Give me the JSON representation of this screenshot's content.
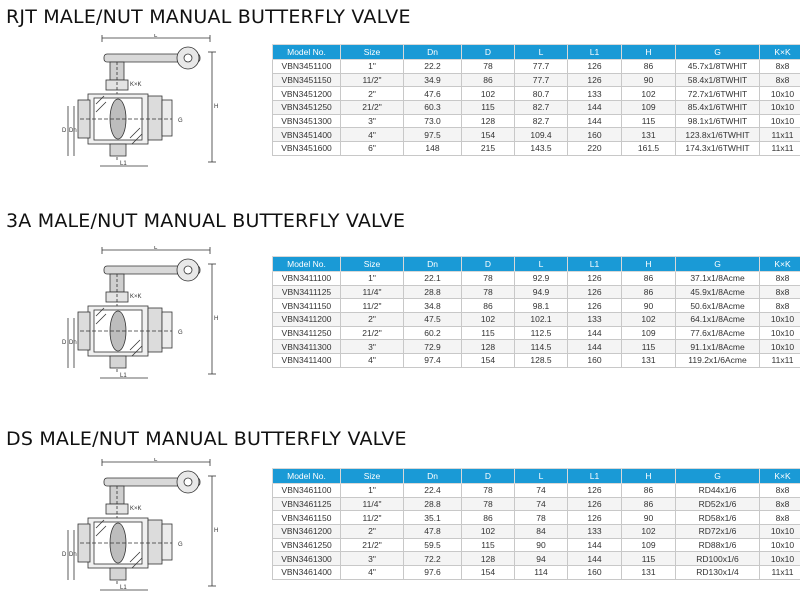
{
  "columns": [
    "Model No.",
    "Size",
    "Dn",
    "D",
    "L",
    "L1",
    "H",
    "G",
    "K×K"
  ],
  "drawing_labels": {
    "L": "L",
    "H": "H",
    "G": "G",
    "D": "D",
    "Dn": "Dn",
    "KxK": "K×K",
    "L1": "L1"
  },
  "sections": [
    {
      "title": "RJT MALE/NUT MANUAL BUTTERFLY VALVE",
      "rows": [
        [
          "VBN3451100",
          "1\"",
          "22.2",
          "78",
          "77.7",
          "126",
          "86",
          "45.7x1/8TWHIT",
          "8x8"
        ],
        [
          "VBN3451150",
          "11/2\"",
          "34.9",
          "86",
          "77.7",
          "126",
          "90",
          "58.4x1/8TWHIT",
          "8x8"
        ],
        [
          "VBN3451200",
          "2\"",
          "47.6",
          "102",
          "80.7",
          "133",
          "102",
          "72.7x1/6TWHIT",
          "10x10"
        ],
        [
          "VBN3451250",
          "21/2\"",
          "60.3",
          "115",
          "82.7",
          "144",
          "109",
          "85.4x1/6TWHIT",
          "10x10"
        ],
        [
          "VBN3451300",
          "3\"",
          "73.0",
          "128",
          "82.7",
          "144",
          "115",
          "98.1x1/6TWHIT",
          "10x10"
        ],
        [
          "VBN3451400",
          "4\"",
          "97.5",
          "154",
          "109.4",
          "160",
          "131",
          "123.8x1/6TWHIT",
          "11x11"
        ],
        [
          "VBN3451600",
          "6\"",
          "148",
          "215",
          "143.5",
          "220",
          "161.5",
          "174.3x1/6TWHIT",
          "11x11"
        ]
      ]
    },
    {
      "title": "3A MALE/NUT MANUAL BUTTERFLY VALVE",
      "rows": [
        [
          "VBN3411100",
          "1\"",
          "22.1",
          "78",
          "92.9",
          "126",
          "86",
          "37.1x1/8Acme",
          "8x8"
        ],
        [
          "VBN3411125",
          "11/4\"",
          "28.8",
          "78",
          "94.9",
          "126",
          "86",
          "45.9x1/8Acme",
          "8x8"
        ],
        [
          "VBN3411150",
          "11/2\"",
          "34.8",
          "86",
          "98.1",
          "126",
          "90",
          "50.6x1/8Acme",
          "8x8"
        ],
        [
          "VBN3411200",
          "2\"",
          "47.5",
          "102",
          "102.1",
          "133",
          "102",
          "64.1x1/8Acme",
          "10x10"
        ],
        [
          "VBN3411250",
          "21/2\"",
          "60.2",
          "115",
          "112.5",
          "144",
          "109",
          "77.6x1/8Acme",
          "10x10"
        ],
        [
          "VBN3411300",
          "3\"",
          "72.9",
          "128",
          "114.5",
          "144",
          "115",
          "91.1x1/8Acme",
          "10x10"
        ],
        [
          "VBN3411400",
          "4\"",
          "97.4",
          "154",
          "128.5",
          "160",
          "131",
          "119.2x1/6Acme",
          "11x11"
        ]
      ]
    },
    {
      "title": "DS MALE/NUT MANUAL BUTTERFLY VALVE",
      "rows": [
        [
          "VBN3461100",
          "1\"",
          "22.4",
          "78",
          "74",
          "126",
          "86",
          "RD44x1/6",
          "8x8"
        ],
        [
          "VBN3461125",
          "11/4\"",
          "28.8",
          "78",
          "74",
          "126",
          "86",
          "RD52x1/6",
          "8x8"
        ],
        [
          "VBN3461150",
          "11/2\"",
          "35.1",
          "86",
          "78",
          "126",
          "90",
          "RD58x1/6",
          "8x8"
        ],
        [
          "VBN3461200",
          "2\"",
          "47.8",
          "102",
          "84",
          "133",
          "102",
          "RD72x1/6",
          "10x10"
        ],
        [
          "VBN3461250",
          "21/2\"",
          "59.5",
          "115",
          "90",
          "144",
          "109",
          "RD88x1/6",
          "10x10"
        ],
        [
          "VBN3461300",
          "3\"",
          "72.2",
          "128",
          "94",
          "144",
          "115",
          "RD100x1/6",
          "10x10"
        ],
        [
          "VBN3461400",
          "4\"",
          "97.6",
          "154",
          "114",
          "160",
          "131",
          "RD130x1/4",
          "11x11"
        ]
      ]
    }
  ]
}
